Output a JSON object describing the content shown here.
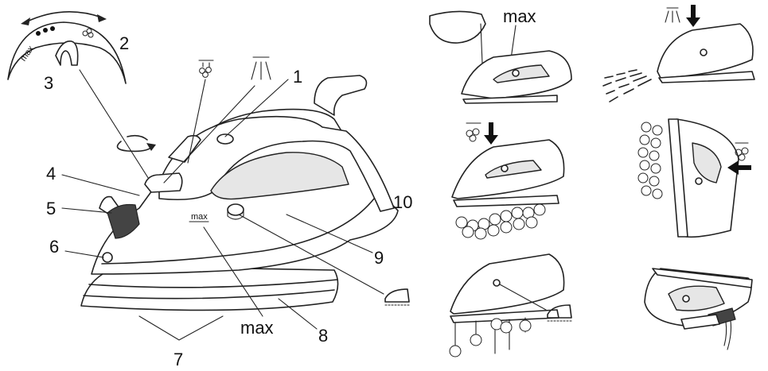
{
  "callouts": {
    "c1": "1",
    "c2": "2",
    "c3": "3",
    "c4": "4",
    "c5": "5",
    "c6": "6",
    "c7": "7",
    "c8": "8",
    "c9": "9",
    "c10": "10"
  },
  "dial": {
    "max_label": "max"
  },
  "fill_marks": {
    "body_max": "max",
    "main_callout_max": "max",
    "fill_step_max": "max"
  },
  "icons": [
    "rotate-arrow-icon",
    "spray-icon",
    "steam-burst-icon",
    "steam-cloud-icon",
    "iron-soleplate-icon",
    "down-arrow-icon",
    "left-arrow-icon"
  ]
}
